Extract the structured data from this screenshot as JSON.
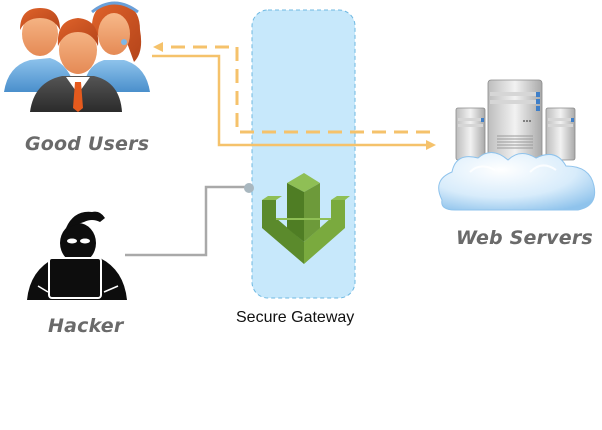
{
  "diagram": {
    "nodes": {
      "good_users": {
        "label": "Good Users",
        "icon": "users-group-icon"
      },
      "hacker": {
        "label": "Hacker",
        "icon": "hacker-icon"
      },
      "gateway": {
        "label": "Secure Gateway",
        "icon": "gateway-arrow-icon"
      },
      "web_servers": {
        "label": "Web Servers",
        "icon": "servers-cloud-icon"
      }
    },
    "connections": [
      {
        "from": "good_users",
        "to": "web_servers",
        "style": "solid",
        "color": "#f5c26b",
        "direction": "forward"
      },
      {
        "from": "web_servers",
        "to": "good_users",
        "style": "dashed",
        "color": "#f5c26b",
        "direction": "return"
      },
      {
        "from": "hacker",
        "to": "gateway",
        "style": "solid",
        "color": "#a9a9a9",
        "direction": "blocked"
      }
    ],
    "colors": {
      "gateway_fill": "#c7e8fb",
      "gateway_border": "#6fb9e2",
      "gateway_icon": "#6d9a3a",
      "flow": "#f5c26b",
      "hacker_line": "#a9a9a9",
      "label_grey": "#6a6a6a"
    }
  }
}
